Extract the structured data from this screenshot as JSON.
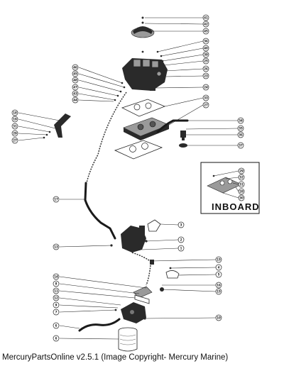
{
  "diagram": {
    "inset_label": "INBOARD",
    "callouts": {
      "c41": "41",
      "c42": "42",
      "c45": "45",
      "c36": "36",
      "c40": "40",
      "c39": "39",
      "c25": "25",
      "c26": "26",
      "c23": "23",
      "c24": "24",
      "l46": "46",
      "l45": "45",
      "l48": "48",
      "l47": "47",
      "l43": "43",
      "l44": "44",
      "c33": "33",
      "c27": "27",
      "w18": "18",
      "w19": "19",
      "w31": "31",
      "w29": "29",
      "w27": "27",
      "r34": "34",
      "r35": "35",
      "r36": "36",
      "r37": "37",
      "i29": "29",
      "i32": "32",
      "i31": "31",
      "i28": "28",
      "i30": "30",
      "c17": "17",
      "c2": "2",
      "c13": "13",
      "c3": "3",
      "c1": "1",
      "c15": "15",
      "c4": "4",
      "c5": "5",
      "c6": "6",
      "c8": "8",
      "b14": "14",
      "b11": "11",
      "b12": "12",
      "b9": "9",
      "b7": "7",
      "b16": "16",
      "b10": "10",
      "b6": "6"
    }
  },
  "caption": "MercuryPartsOnline v2.5.1 (Image Copyright- Mercury Marine)"
}
